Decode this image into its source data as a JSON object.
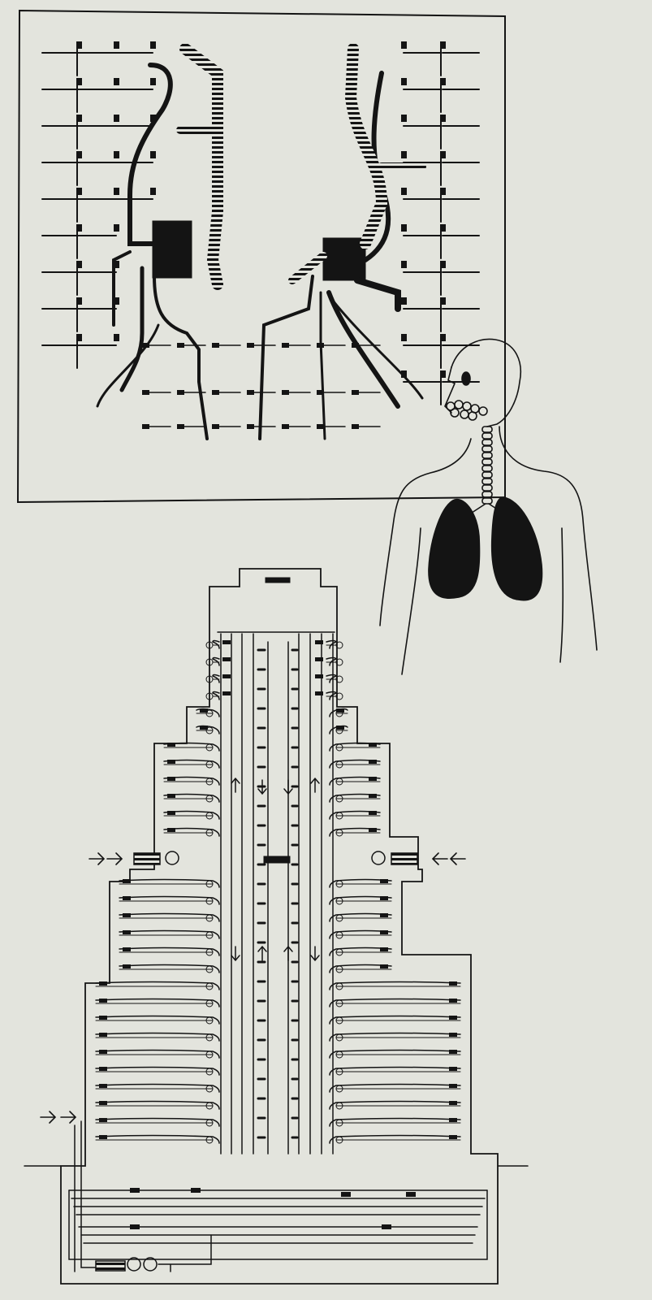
{
  "page": {
    "background": "#e3e4dd",
    "ink": "#141414"
  },
  "figures": [
    {
      "id": "floor-plan",
      "description_kind": "plan-drawing",
      "icon": "duct-plan"
    },
    {
      "id": "human-respiratory",
      "description_kind": "anatomical-drawing",
      "icon": "lungs"
    },
    {
      "id": "tower-section",
      "description_kind": "section-drawing",
      "icon": "building-section"
    }
  ],
  "arrows": [
    {
      "id": "arrow-mid-left",
      "icon": "double-arrow-right"
    },
    {
      "id": "arrow-mid-right",
      "icon": "double-arrow-left"
    },
    {
      "id": "arrow-bottom-left",
      "icon": "double-arrow-right"
    }
  ]
}
